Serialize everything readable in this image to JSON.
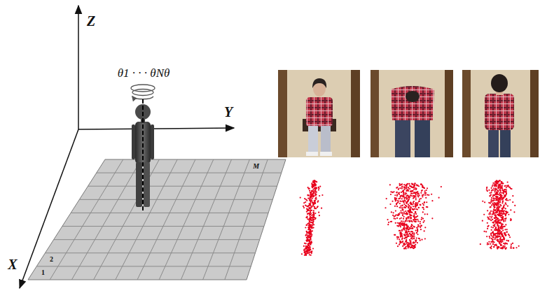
{
  "diagram": {
    "labels": [
      "Z",
      "θ1 · · · θNθ",
      "Y",
      "M",
      "X",
      "2",
      "1"
    ]
  }
}
